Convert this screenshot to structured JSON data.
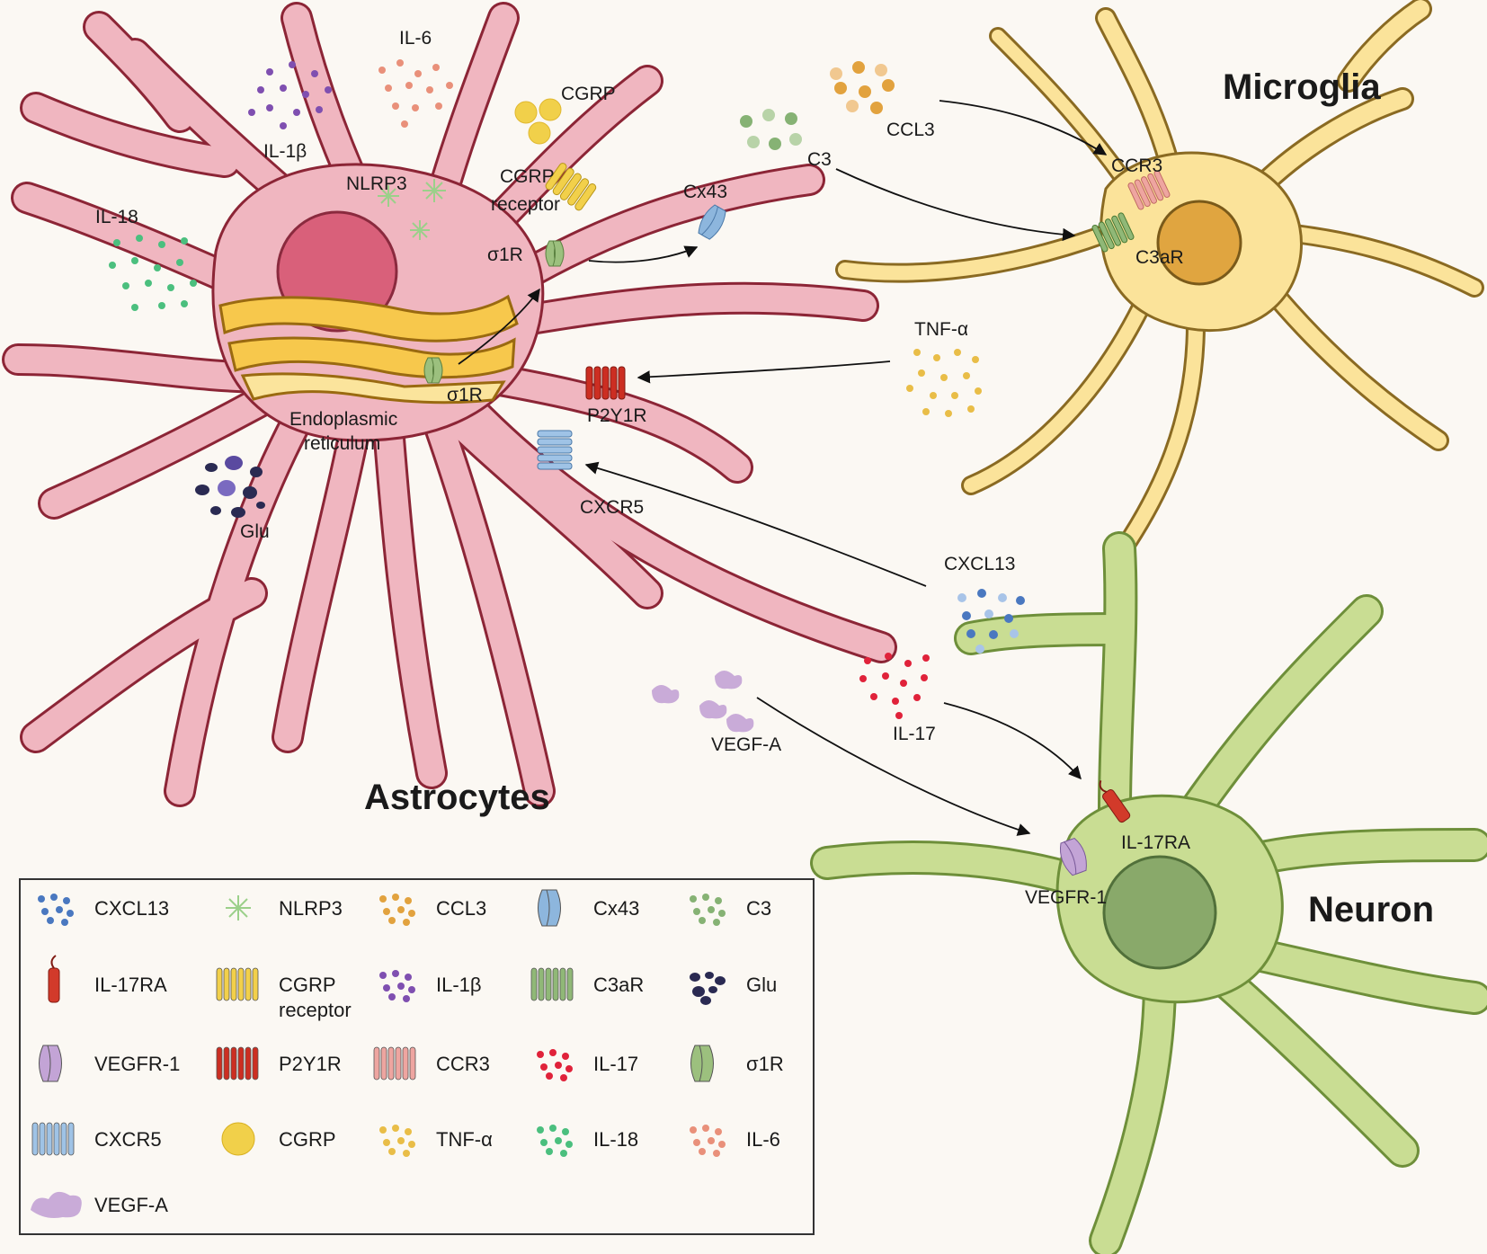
{
  "cells": {
    "astrocytes": "Astrocytes",
    "microglia": "Microglia",
    "neuron": "Neuron"
  },
  "labels": {
    "il6": "IL-6",
    "il1b": "IL-1β",
    "cgrp": "CGRP",
    "cgrp_receptor_1": "CGRP",
    "cgrp_receptor_2": "receptor",
    "nlrp3": "NLRP3",
    "il18": "IL-18",
    "ccl3": "CCL3",
    "c3": "C3",
    "cx43": "Cx43",
    "s1r_top": "σ1R",
    "s1r_er": "σ1R",
    "er_1": "Endoplasmic",
    "er_2": "reticulum",
    "p2y1r": "P2Y1R",
    "tnfa": "TNF-α",
    "ccr3": "CCR3",
    "c3ar": "C3aR",
    "cxcr5": "CXCR5",
    "glu": "Glu",
    "cxcl13": "CXCL13",
    "il17": "IL-17",
    "vegfa": "VEGF-A",
    "il17ra": "IL-17RA",
    "vegfr1": "VEGFR-1"
  },
  "legend": [
    {
      "icon": "dots",
      "color": "#4a78c0",
      "label": "CXCL13"
    },
    {
      "icon": "star",
      "color": "#9bd08a",
      "label": "NLRP3"
    },
    {
      "icon": "dots",
      "color": "#e2a23e",
      "label": "CCL3"
    },
    {
      "icon": "channel",
      "color": "#8db6dd",
      "label": "Cx43"
    },
    {
      "icon": "dots",
      "color": "#86b274",
      "label": "C3"
    },
    {
      "icon": "rod",
      "color": "#d23a2a",
      "label": "IL-17RA"
    },
    {
      "icon": "receptor",
      "color": "#f2d04a",
      "label": "CGRP",
      "label2": "receptor"
    },
    {
      "icon": "dots",
      "color": "#7f4fb0",
      "label": "IL-1β"
    },
    {
      "icon": "receptor",
      "color": "#90b877",
      "label": "C3aR"
    },
    {
      "icon": "bigdots",
      "color": "#2a2a52",
      "label": "Glu"
    },
    {
      "icon": "channel",
      "color": "#c3a4d6",
      "label": "VEGFR-1"
    },
    {
      "icon": "receptor",
      "color": "#cc2e22",
      "label": "P2Y1R"
    },
    {
      "icon": "receptor",
      "color": "#eea5a0",
      "label": "CCR3"
    },
    {
      "icon": "dots",
      "color": "#e0223a",
      "label": "IL-17"
    },
    {
      "icon": "channel",
      "color": "#9cc07e",
      "label": "σ1R"
    },
    {
      "icon": "receptor",
      "color": "#9fc3e6",
      "label": "CXCR5"
    },
    {
      "icon": "blob",
      "color": "#f1d04a",
      "label": "CGRP"
    },
    {
      "icon": "dots",
      "color": "#e9bd47",
      "label": "TNF-α"
    },
    {
      "icon": "dots",
      "color": "#4bbf7e",
      "label": "IL-18"
    },
    {
      "icon": "dots",
      "color": "#e9907a",
      "label": "IL-6"
    },
    {
      "icon": "cloud",
      "color": "#c9abd8",
      "label": "VEGF-A"
    }
  ]
}
